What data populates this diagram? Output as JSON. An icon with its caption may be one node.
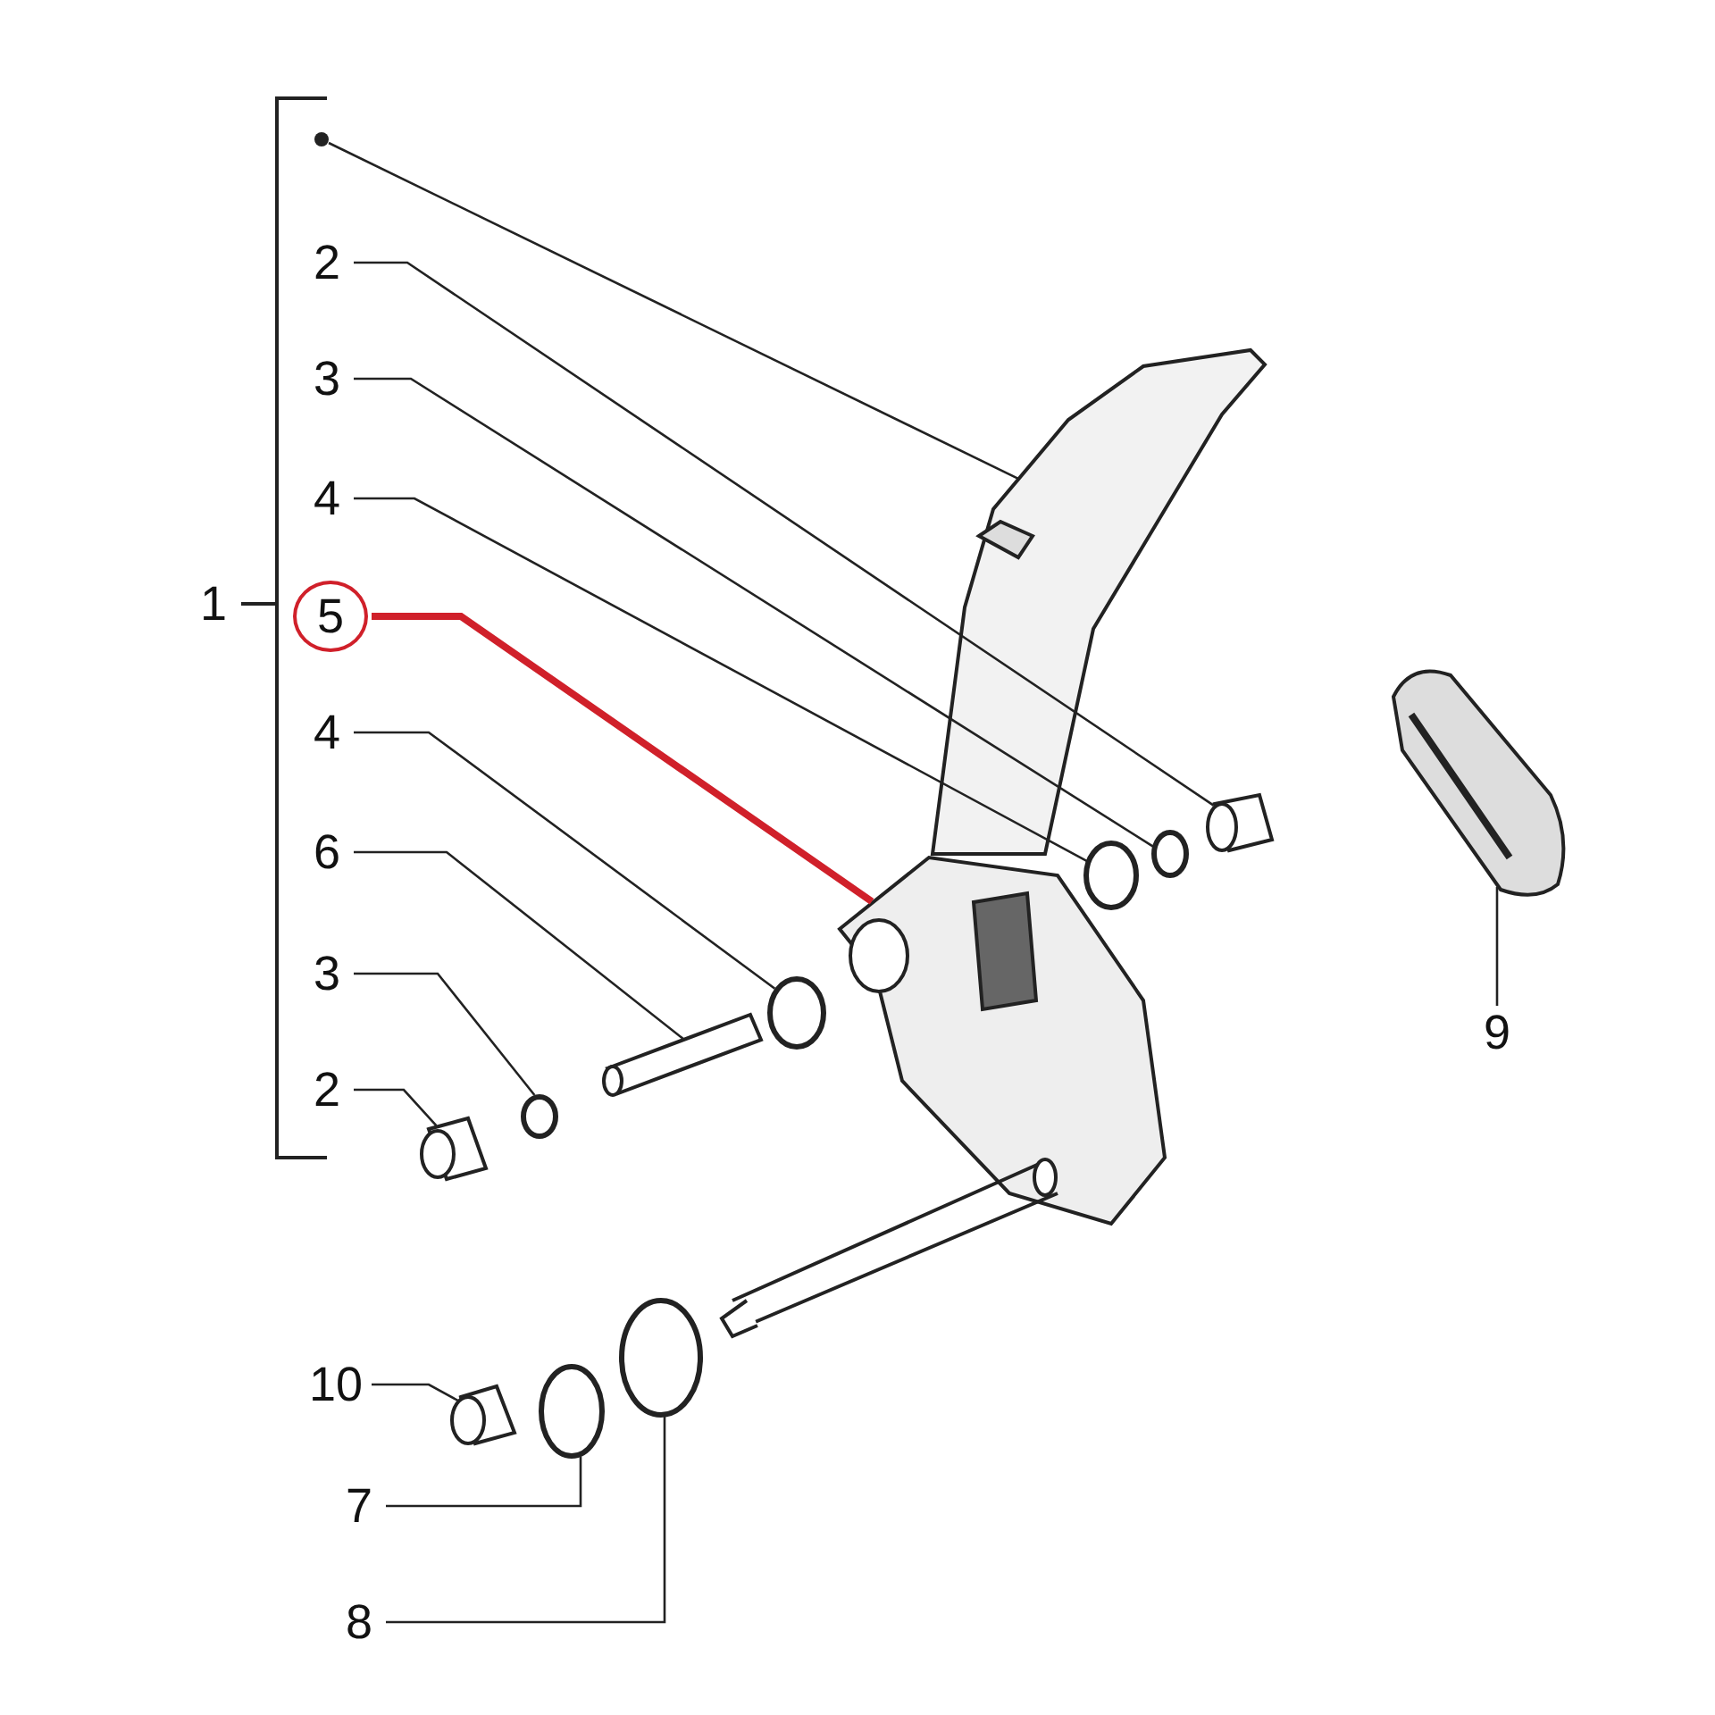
{
  "diagram": {
    "nodes": [
      {
        "text": [],
        "shape": "circle"
      },
      {
        "text": [
          "2"
        ]
      },
      {
        "text": [
          "3"
        ]
      },
      {
        "text": [
          "4"
        ]
      },
      {
        "text": [
          "5"
        ]
      },
      {
        "text": [
          "4"
        ]
      },
      {
        "text": [
          "6"
        ]
      },
      {
        "text": [
          "3"
        ]
      },
      {
        "text": [
          "2"
        ]
      },
      {
        "text": [
          "9"
        ]
      },
      {
        "text": [
          "10"
        ]
      },
      {
        "text": [
          "7"
        ]
      },
      {
        "text": [
          "8"
        ]
      },
      {
        "text": [],
        "shape": "picture"
      },
      {
        "text": [],
        "shape": "picture"
      },
      {
        "text": [],
        "shape": "picture"
      },
      {
        "text": [],
        "shape": "circle"
      },
      {
        "text": [],
        "shape": "circle"
      },
      {
        "text": [],
        "shape": "circle"
      },
      {
        "text": [],
        "shape": "picture"
      },
      {
        "text": [],
        "shape": "circle"
      },
      {
        "text": [],
        "shape": "picture"
      },
      {
        "text": [],
        "shape": "picture"
      },
      {
        "text": [],
        "shape": "picture"
      },
      {
        "text": [],
        "shape": "circle"
      },
      {
        "text": [],
        "shape": "circle"
      }
    ],
    "edges": [
      {
        "from": 0,
        "to": 13,
        "arrow": "none"
      },
      {
        "from": 1,
        "to": 15,
        "arrow": "none"
      },
      {
        "from": 2,
        "to": 16,
        "arrow": "none"
      },
      {
        "from": 3,
        "to": 17,
        "arrow": "none"
      },
      {
        "from": 4,
        "to": 14,
        "arrow": "none",
        "style": "thick",
        "color": "#d0202a"
      },
      {
        "from": 5,
        "to": 18,
        "arrow": "none"
      },
      {
        "from": 6,
        "to": 19,
        "arrow": "none"
      },
      {
        "from": 7,
        "to": 20,
        "arrow": "none"
      },
      {
        "from": 8,
        "to": 21,
        "arrow": "none"
      },
      {
        "from": 9,
        "to": 22,
        "arrow": "none"
      },
      {
        "from": 10,
        "to": 23,
        "arrow": "none"
      },
      {
        "from": 11,
        "to": 24,
        "arrow": "none"
      },
      {
        "from": 12,
        "to": 25,
        "arrow": "none"
      }
    ],
    "labels": [
      "1"
    ]
  }
}
